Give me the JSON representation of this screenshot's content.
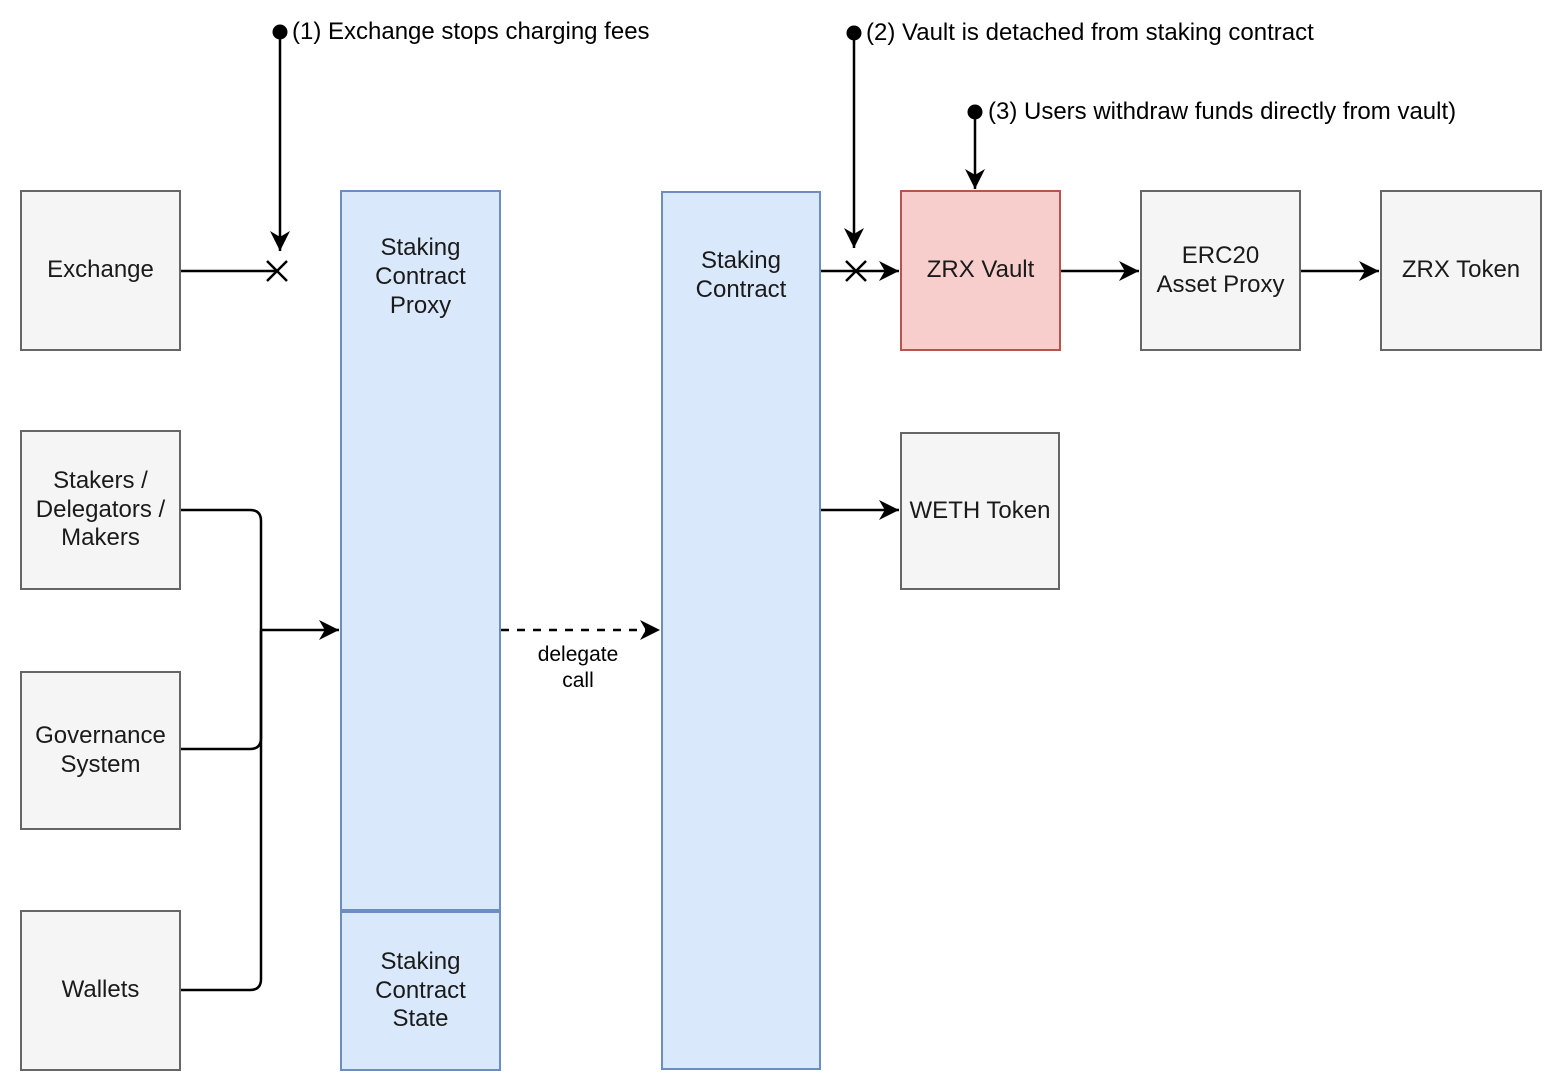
{
  "diagram": {
    "nodes": {
      "exchange": {
        "label": "Exchange"
      },
      "stakers": {
        "label": "Stakers /\nDelegators /\nMakers"
      },
      "governance": {
        "label": "Governance\nSystem"
      },
      "wallets": {
        "label": "Wallets"
      },
      "staking_contract_proxy": {
        "label": "Staking\nContract\nProxy"
      },
      "staking_contract_state": {
        "label": "Staking\nContract\nState"
      },
      "staking_contract": {
        "label": "Staking\nContract"
      },
      "zrx_vault": {
        "label": "ZRX Vault"
      },
      "weth_token": {
        "label": "WETH Token"
      },
      "erc20_asset_proxy": {
        "label": "ERC20\nAsset Proxy"
      },
      "zrx_token": {
        "label": "ZRX Token"
      }
    },
    "annotations": {
      "step1": {
        "label": "(1) Exchange stops charging fees"
      },
      "step2": {
        "label": "(2) Vault is detached from staking contract"
      },
      "step3": {
        "label": "(3) Users withdraw funds directly from vault)"
      }
    },
    "edge_labels": {
      "delegate_call": "delegate\ncall"
    },
    "colors": {
      "node-fill": "#f5f5f5",
      "node-border": "#666666",
      "contract-fill": "#dae8fc",
      "contract-border": "#6c8ebf",
      "vault-fill": "#f8cecc",
      "vault-border": "#b85450",
      "connector": "#000000"
    }
  }
}
